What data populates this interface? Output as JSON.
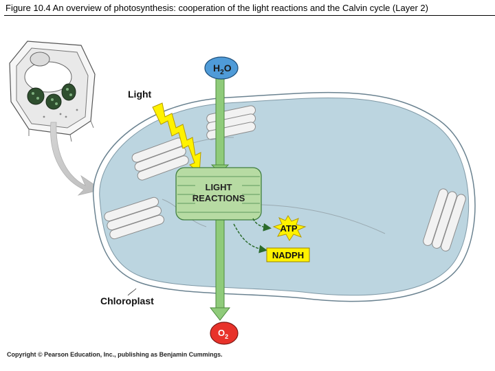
{
  "title": "Figure 10.4 An overview of photosynthesis: cooperation of the light reactions and the Calvin cycle (Layer 2)",
  "labels": {
    "light": "Light",
    "h2o_main": "H",
    "h2o_sub": "2",
    "h2o_end": "O",
    "light_reactions_line1": "LIGHT",
    "light_reactions_line2": "REACTIONS",
    "atp": "ATP",
    "nadph": "NADPH",
    "chloroplast": "Chloroplast",
    "o2_main": "O",
    "o2_sub": "2"
  },
  "copyright": "Copyright © Pearson Education, Inc., publishing as Benjamin Cummings.",
  "colors": {
    "stroma": "#bcd5e0",
    "thylakoid": "#f2f2f2",
    "light_reactions_box": "#b7dba3",
    "arrow_green": "#8fcb7a",
    "h2o_oval": "#4f9bd8",
    "o2_oval": "#e8322a",
    "lightning": "#fff200",
    "atp_burst": "#fff200",
    "nadph_box": "#fff200"
  },
  "icons": [
    "plant-cell-icon",
    "lightning-bolt-icon",
    "atp-starburst-icon"
  ]
}
